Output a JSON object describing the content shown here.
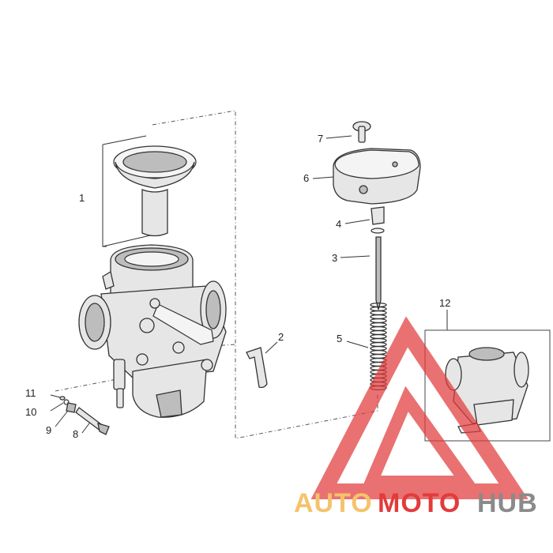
{
  "callouts": [
    {
      "id": "1",
      "label": "1"
    },
    {
      "id": "2",
      "label": "2"
    },
    {
      "id": "3",
      "label": "3"
    },
    {
      "id": "4",
      "label": "4"
    },
    {
      "id": "5",
      "label": "5"
    },
    {
      "id": "6",
      "label": "6"
    },
    {
      "id": "7",
      "label": "7"
    },
    {
      "id": "8",
      "label": "8"
    },
    {
      "id": "9",
      "label": "9"
    },
    {
      "id": "10",
      "label": "10"
    },
    {
      "id": "11",
      "label": "11"
    },
    {
      "id": "12",
      "label": "12"
    }
  ],
  "watermark": {
    "part1": "AUTO",
    "part2": "MOTO",
    "part3": "HUB",
    "color_orange": "#f5c36b",
    "color_red": "#e23b3b",
    "color_gray": "#8a8a8a"
  }
}
